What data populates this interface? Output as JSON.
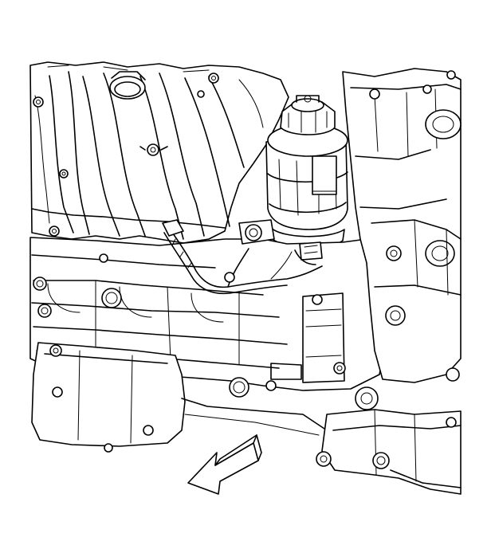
{
  "figure": {
    "kind": "engine line illustration",
    "background_color": "#ffffff",
    "line_color": "#000000",
    "parts": [
      "intake-manifold",
      "oil-filter-housing",
      "oil-filter-cap",
      "wiring-harness",
      "sensor-connector",
      "engine-block",
      "oil-pan",
      "engine-mount-bracket",
      "front-direction-arrow"
    ],
    "text_labels": []
  }
}
